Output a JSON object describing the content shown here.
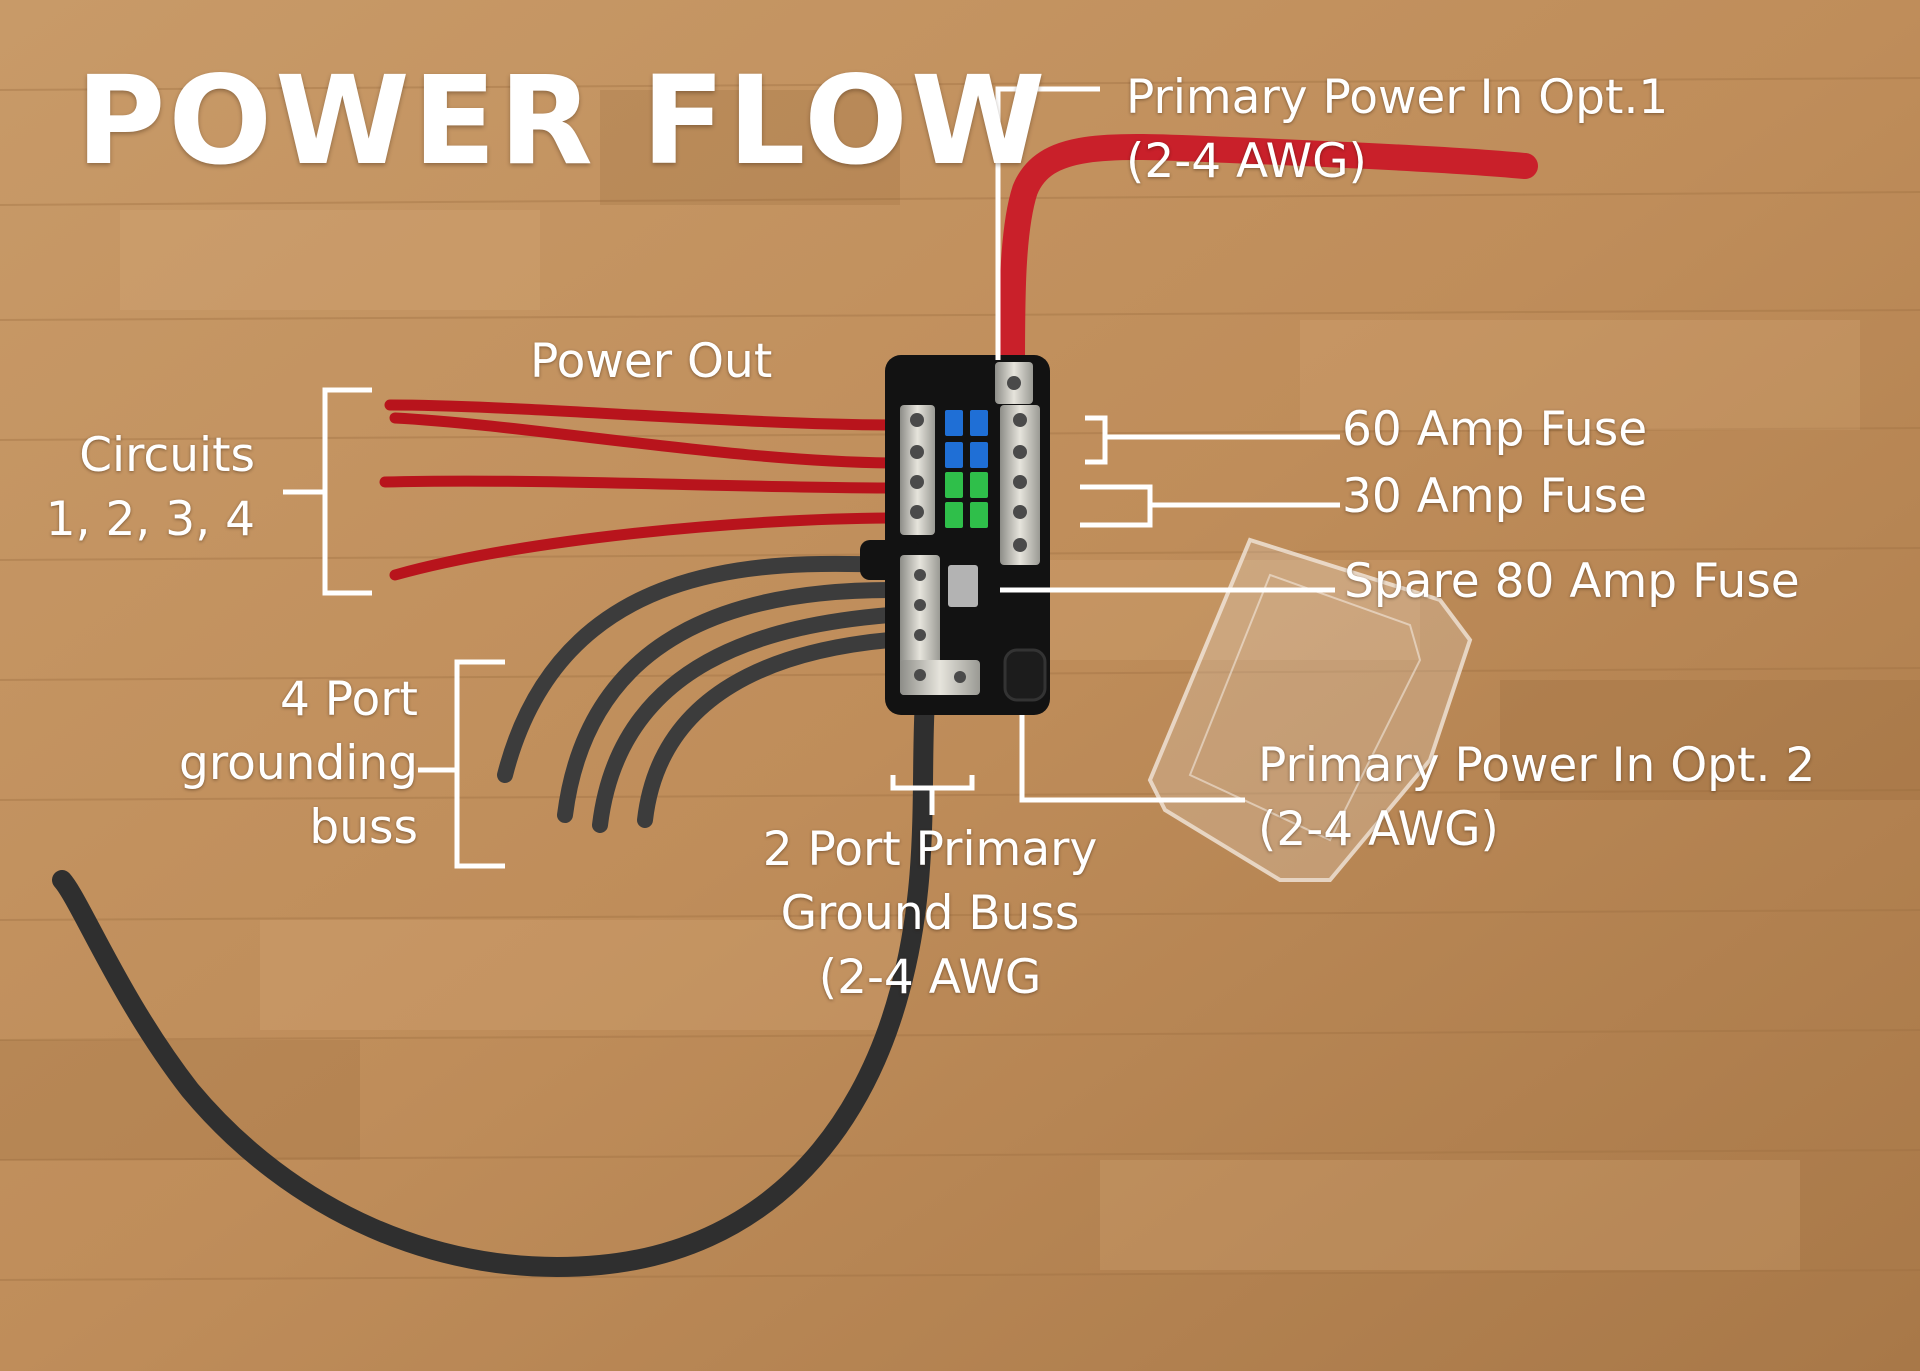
{
  "title": "POWER FLOW",
  "labels": {
    "primary_in_1": [
      "Primary Power In Opt.1",
      "(2-4 AWG)"
    ],
    "power_out": "Power Out",
    "circuits": [
      "Circuits",
      "1, 2, 3, 4"
    ],
    "fuse_60": "60 Amp Fuse",
    "fuse_30": "30 Amp Fuse",
    "spare_fuse": "Spare 80 Amp Fuse",
    "grounding_buss": [
      "4 Port",
      "grounding",
      "buss"
    ],
    "primary_in_2": [
      "Primary Power In Opt. 2",
      "(2-4 AWG)"
    ],
    "primary_ground": [
      "2 Port Primary",
      "Ground Buss",
      "(2-4 AWG"
    ]
  },
  "colors": {
    "wood": "#c49463",
    "red_wire": "#b8141c",
    "black_wire": "#3a3a3a",
    "fuse_60": "#1f6fd6",
    "fuse_30": "#2fbf4a",
    "label": "#ffffff"
  }
}
